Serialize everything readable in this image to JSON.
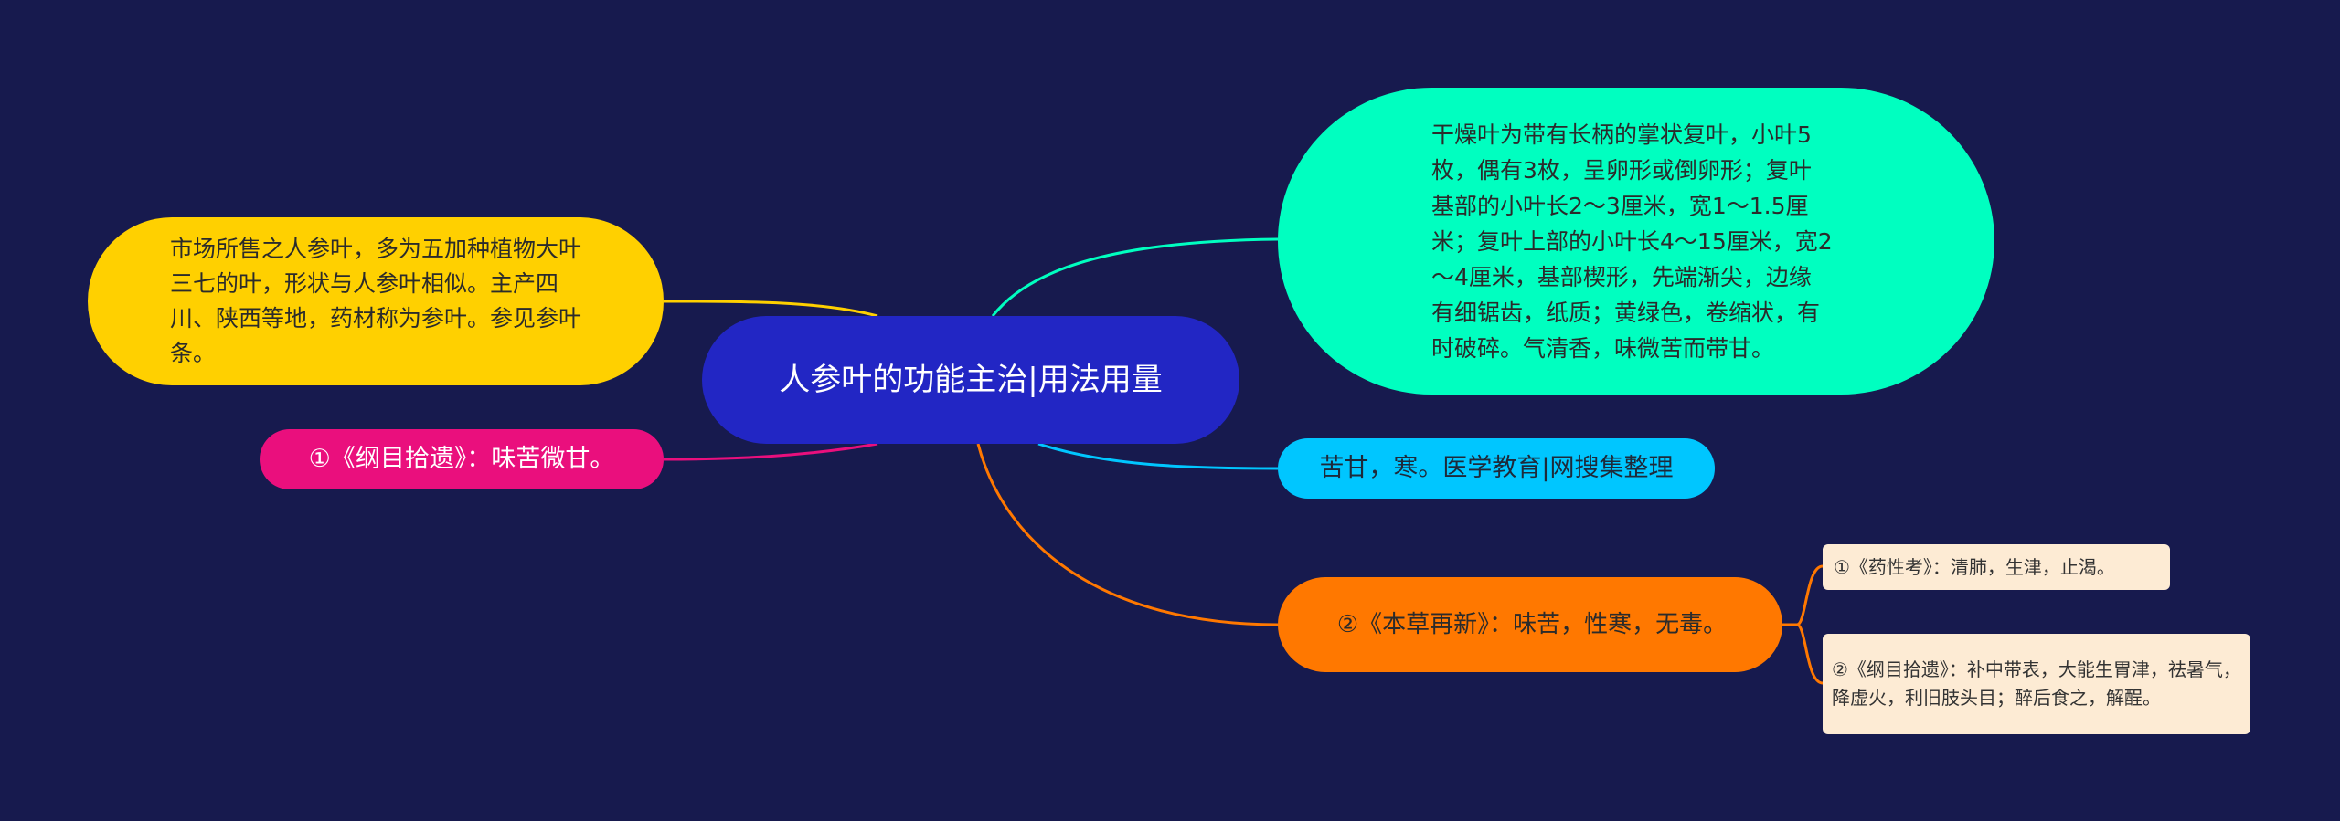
{
  "root": {
    "label": "人参叶的功能主治|用法用量"
  },
  "nodes": {
    "description": "市场所售之人参叶，多为五加种植物大叶三七的叶，形状与人参叶相似。主产四川、陕西等地，药材称为参叶。参见参叶条。",
    "gangmu_short": "①《纲目拾遗》：味苦微甘。",
    "morphology": "干燥叶为带有长柄的掌状复叶，小叶5枚，偶有3枚，呈卵形或倒卵形；复叶基部的小叶长2～3厘米，宽1～1.5厘米；复叶上部的小叶长4～15厘米，宽2～4厘米，基部楔形，先端渐尖，边缘有细锯齿，纸质；黄绿色，卷缩状，有时破碎。气清香，味微苦而带甘。",
    "nature": "苦甘，寒。医学教育|网搜集整理",
    "bencao": "②《本草再新》：味苦，性寒，无毒。"
  },
  "leaves": {
    "yaoxingkao": "①《药性考》：清肺，生津，止渴。",
    "gangmu_long": "②《纲目拾遗》：补中带表，大能生胃津，祛暑气，降虚火，利旧肢头目；醉后食之，解酲。"
  },
  "colors": {
    "background": "#171a4e",
    "root": "#2226c4",
    "yellow": "#ffd000",
    "pink": "#ea0f7d",
    "green": "#00ffc0",
    "cyan": "#00c6ff",
    "orange": "#ff7800",
    "leaf": "#fdebd4"
  }
}
